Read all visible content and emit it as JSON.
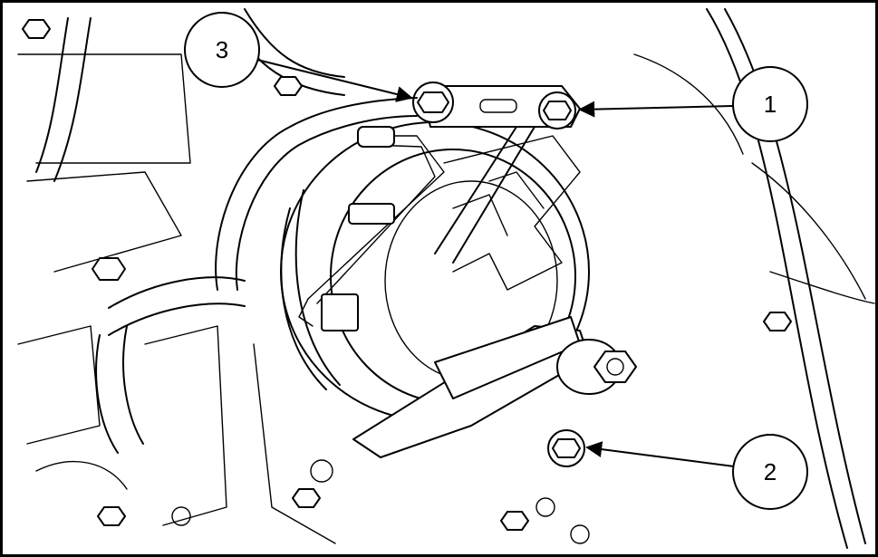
{
  "callouts": [
    {
      "label": "1",
      "meaning": ""
    },
    {
      "label": "2",
      "meaning": ""
    },
    {
      "label": "3",
      "meaning": ""
    }
  ],
  "colors": {
    "line": "#000000",
    "background": "#ffffff"
  }
}
